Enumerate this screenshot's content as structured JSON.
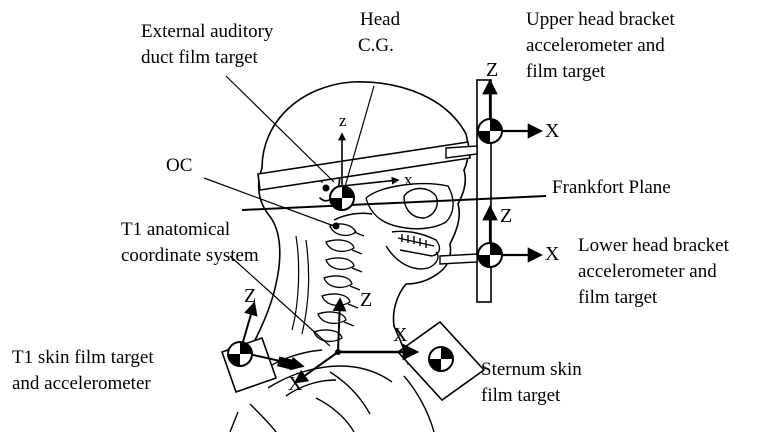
{
  "labels": {
    "external_auditory_1": "External auditory",
    "external_auditory_2": "duct film target",
    "head_cg_1": "Head",
    "head_cg_2": "C.G.",
    "upper_bracket_1": "Upper head bracket",
    "upper_bracket_2": "accelerometer and",
    "upper_bracket_3": "film target",
    "oc": "OC",
    "frankfort": "Frankfort Plane",
    "t1_anatomical_1": "T1 anatomical",
    "t1_anatomical_2": "coordinate system",
    "lower_bracket_1": "Lower head bracket",
    "lower_bracket_2": "accelerometer and",
    "lower_bracket_3": "film target",
    "t1_skin_1": "T1 skin film target",
    "t1_skin_2": "and accelerometer",
    "sternum_1": "Sternum skin",
    "sternum_2": "film target"
  },
  "axes": {
    "upper_bracket_z": "Z",
    "upper_bracket_x": "X",
    "head_cg_z": "z",
    "head_cg_x": "x",
    "lower_bracket_z": "Z",
    "lower_bracket_x": "X",
    "t1_skin_z": "Z",
    "t1_skin_x": "X",
    "t1_anatomical_z": "Z",
    "t1_anatomical_x": "X"
  },
  "colors": {
    "ink": "#000000",
    "background": "#ffffff"
  }
}
